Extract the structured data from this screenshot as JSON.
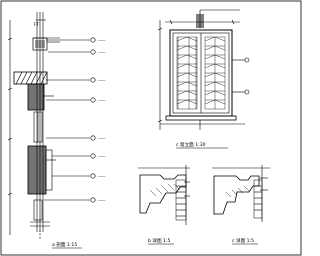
{
  "drawing": {
    "captions": {
      "section": "a 剖面 1:15",
      "elevation": "c 窗立面 1:30",
      "detail_b": "b 详图 1:5",
      "detail_c": "c 详图 1:5"
    },
    "section_top_label": "FT",
    "callout_labels": [
      "-----",
      "-----",
      "-----",
      "-----",
      "-----",
      "-----",
      "-----",
      "-----"
    ],
    "colors": {
      "ink": "#000000",
      "paper": "#ffffff"
    }
  }
}
